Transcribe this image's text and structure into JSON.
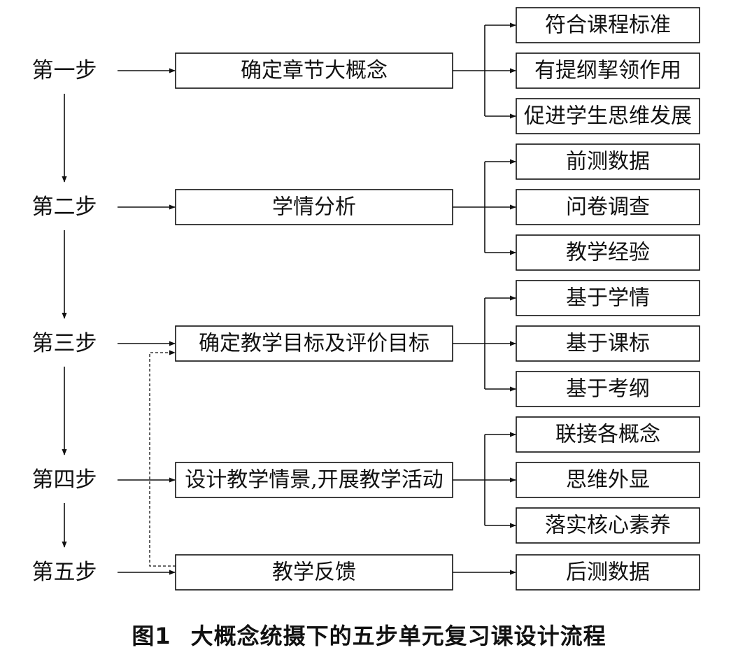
{
  "steps": [
    {
      "label": "第一步",
      "main": "确定章节大概念",
      "subs": [
        "符合课程标准",
        "有提纲挈领作用",
        "促进学生思维发展"
      ]
    },
    {
      "label": "第二步",
      "main": "学情分析",
      "subs": [
        "前测数据",
        "问卷调查",
        "教学经验"
      ]
    },
    {
      "label": "第三步",
      "main": "确定教学目标及评价目标",
      "subs": [
        "基于学情",
        "基于课标",
        "基于考纲"
      ]
    },
    {
      "label": "第四步",
      "main": "设计教学情景,开展教学活动",
      "subs": [
        "联接各概念",
        "思维外显",
        "落实核心素养"
      ]
    },
    {
      "label": "第五步",
      "main": "教学反馈",
      "subs": [
        "后测数据"
      ]
    }
  ],
  "caption": {
    "number": "图1",
    "title": "大概念统摄下的五步单元复习课设计流程"
  }
}
